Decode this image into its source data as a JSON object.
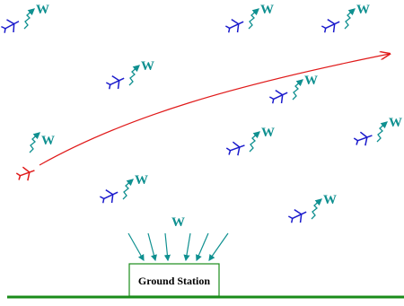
{
  "colors": {
    "aircraft": "#1a1acc",
    "wireless": "#0f9090",
    "trajectory": "#e01a1a",
    "station": "#1a8c1a",
    "ground": "#1a8c1a"
  },
  "wireless_label": "W",
  "station_uplink_label": "W",
  "ground_station": {
    "label": "Ground Station"
  },
  "icons": {
    "aircraft": "aircraft-icon",
    "wireless": "wireless-link-icon"
  }
}
